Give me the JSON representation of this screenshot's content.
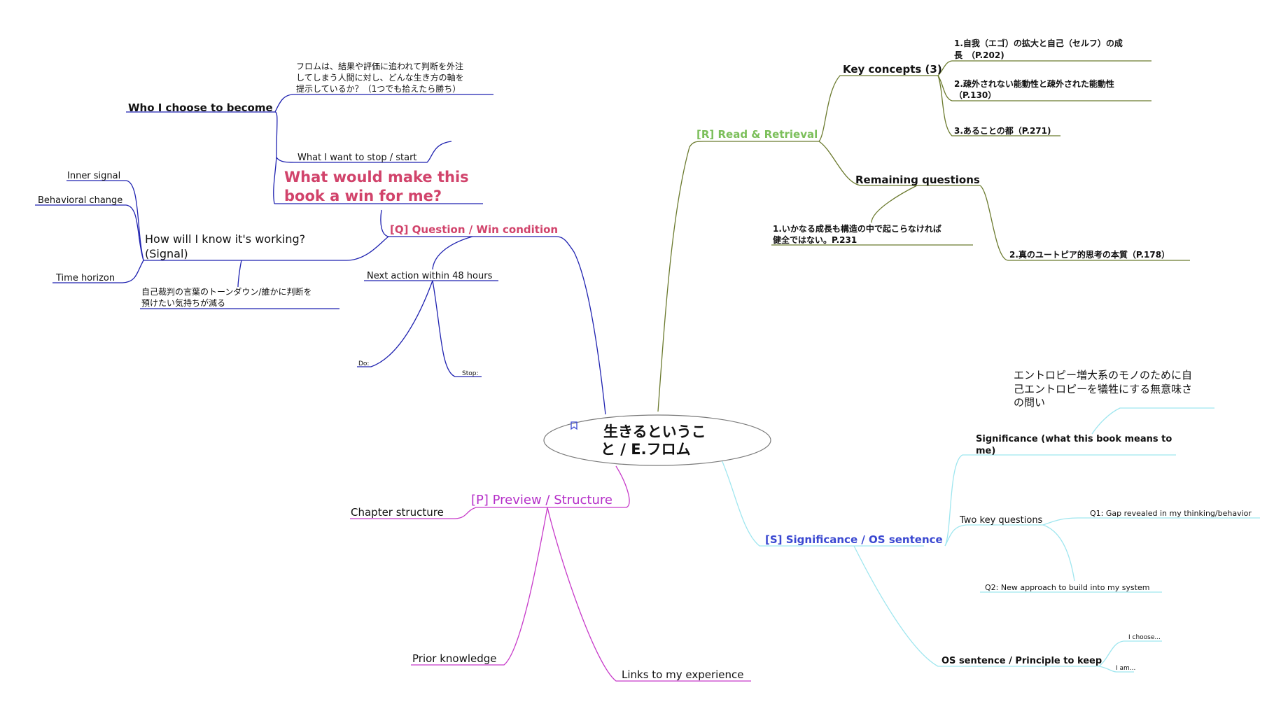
{
  "central": {
    "title_line1": "生きるというこ",
    "title_line2": "と / E.フロム"
  },
  "colors": {
    "q_branch": "#1f22b0",
    "q_text": "#d1436b",
    "r_branch": "#6b7a2e",
    "r_text": "#7bbf5a",
    "s_branch": "#9fe6ef",
    "s_text": "#3a48d1",
    "p_branch": "#c73ac9",
    "p_text": "#b52ec8",
    "text": "#111111"
  },
  "q_branch": {
    "label": "[Q] Question / Win condition",
    "headline_line1": "What would make this",
    "headline_line2": "book a win for me?",
    "who": {
      "label": "Who I choose to become",
      "note_line1": "フロムは、結果や評価に追われて判断を外注",
      "note_line2": "してしまう人間に対し、どんな生き方の軸を",
      "note_line3": "提示しているか？（1つでも拾えたら勝ち）"
    },
    "stop_start": "What I want to stop / start",
    "signal": {
      "label_line1": "How will I know it's working?",
      "label_line2": "(Signal)",
      "inner": "Inner signal",
      "behavioral": "Behavioral change",
      "time": "Time horizon",
      "note_line1": "自己裁判の言葉のトーンダウン/誰かに判断を",
      "note_line2": "預けたい気持ちが減る"
    },
    "next_action": {
      "label": "Next action within 48 hours",
      "do": "Do:",
      "stop": "Stop:"
    }
  },
  "r_branch": {
    "label": "[R] Read & Retrieval",
    "key_concepts": {
      "label": "Key concepts (3)",
      "c1_line1": "1.自我（エゴ）の拡大と自己（セルフ）の成",
      "c1_line2": "長　（P.202)",
      "c2_line1": "2.疎外されない能動性と疎外された能動性",
      "c2_line2": "（P.130）",
      "c3": "3.あることの都（P.271)"
    },
    "remaining": {
      "label": "Remaining questions",
      "q1_line1": "1.いかなる成長も構造の中で起こらなければ",
      "q1_line2": "健全ではない。P.231",
      "q2": "2.真のユートピア的思考の本質（P.178）"
    }
  },
  "s_branch": {
    "label": "[S] Significance / OS sentence",
    "significance": {
      "label_line1": "Significance (what this book means to",
      "label_line2": "me)",
      "note_line1": "エントロピー増大系のモノのために自",
      "note_line2": "己エントロピーを犠牲にする無意味さ",
      "note_line3": "の問い"
    },
    "two_questions": {
      "label": "Two key questions",
      "q1": "Q1: Gap revealed in my thinking/behavior",
      "q2": "Q2: New approach to build into my system"
    },
    "os": {
      "label": "OS sentence / Principle to keep",
      "choose": "I choose...",
      "am": "I am..."
    }
  },
  "p_branch": {
    "label": "[P] Preview / Structure",
    "chapter": "Chapter structure",
    "prior": "Prior knowledge",
    "links": "Links to my experience"
  },
  "icons": {
    "central_marker": "bookmark-icon"
  }
}
